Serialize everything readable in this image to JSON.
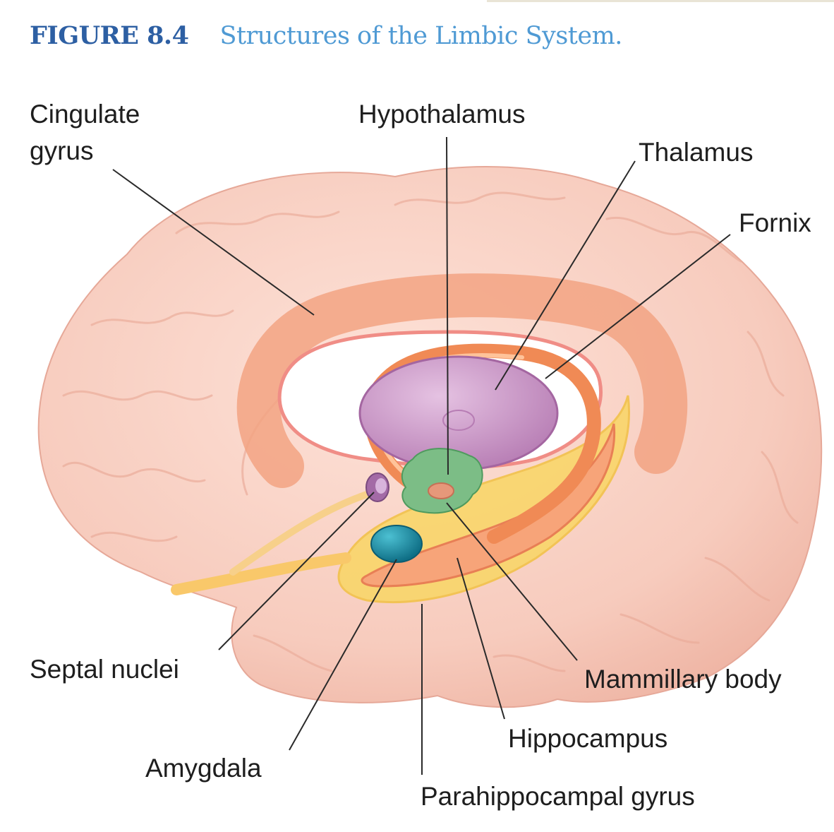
{
  "figure": {
    "number": "FIGURE 8.4",
    "caption": "Structures of the Limbic System."
  },
  "labels": {
    "cingulate_gyrus_line1": "Cingulate",
    "cingulate_gyrus_line2": "gyrus",
    "hypothalamus": "Hypothalamus",
    "thalamus": "Thalamus",
    "fornix": "Fornix",
    "septal_nuclei": "Septal nuclei",
    "mammillary_body": "Mammillary body",
    "hippocampus": "Hippocampus",
    "amygdala": "Amygdala",
    "parahippocampal_gyrus": "Parahippocampal gyrus"
  },
  "colors": {
    "title": "#2d5fa3",
    "caption": "#4f9ad4",
    "cortex": "#f6c9bd",
    "cingulate": "#f2a07e",
    "thalamus": "#c98cc4",
    "hypothalamus": "#7cbd86",
    "amygdala": "#1c8ea4",
    "hippocampus": "#f9c86a",
    "septal": "#a36aa6",
    "fornix": "#f08a55"
  }
}
